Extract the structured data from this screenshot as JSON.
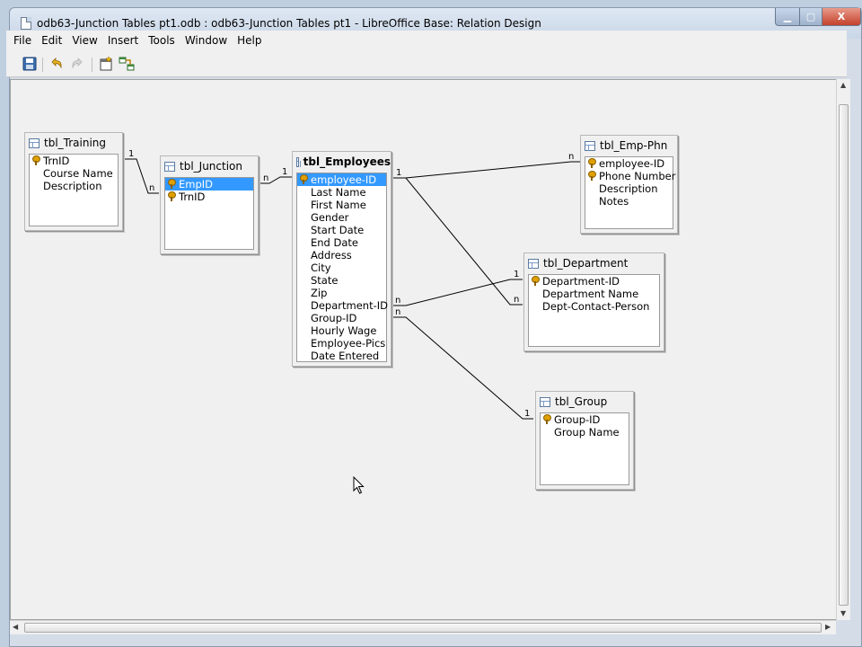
{
  "window": {
    "title": "odb63-Junction Tables pt1.odb : odb63-Junction Tables pt1 - LibreOffice Base: Relation Design",
    "buttons": {
      "minimize": "▁",
      "maximize": "▢",
      "close": "X"
    }
  },
  "menubar": {
    "items": [
      {
        "label": "File"
      },
      {
        "label": "Edit"
      },
      {
        "label": "View"
      },
      {
        "label": "Insert"
      },
      {
        "label": "Tools"
      },
      {
        "label": "Window"
      },
      {
        "label": "Help"
      }
    ]
  },
  "toolbar": {
    "icons": [
      "save-icon",
      "undo-icon",
      "redo-icon",
      "add-tables-icon",
      "new-relation-icon"
    ]
  },
  "tables": {
    "training": {
      "name": "tbl_Training",
      "fields": [
        {
          "label": "TrnID",
          "key": true
        },
        {
          "label": "Course Name"
        },
        {
          "label": "Description"
        }
      ]
    },
    "junction": {
      "name": "tbl_Junction",
      "fields": [
        {
          "label": "EmpID",
          "key": true,
          "selected": true
        },
        {
          "label": "TrnID",
          "key": true
        }
      ]
    },
    "employees": {
      "name": "tbl_Employees",
      "fields": [
        {
          "label": "employee-ID",
          "key": true,
          "selected": true
        },
        {
          "label": "Last Name"
        },
        {
          "label": "First Name"
        },
        {
          "label": "Gender"
        },
        {
          "label": "Start Date"
        },
        {
          "label": "End Date"
        },
        {
          "label": "Address"
        },
        {
          "label": "City"
        },
        {
          "label": "State"
        },
        {
          "label": "Zip"
        },
        {
          "label": "Department-ID"
        },
        {
          "label": "Group-ID"
        },
        {
          "label": "Hourly Wage"
        },
        {
          "label": "Employee-Pics"
        },
        {
          "label": "Date Entered"
        }
      ]
    },
    "empphn": {
      "name": "tbl_Emp-Phn",
      "fields": [
        {
          "label": "employee-ID",
          "key": true
        },
        {
          "label": "Phone Number",
          "key": true
        },
        {
          "label": "Description"
        },
        {
          "label": "Notes"
        }
      ]
    },
    "department": {
      "name": "tbl_Department",
      "fields": [
        {
          "label": "Department-ID",
          "key": true
        },
        {
          "label": "Department Name"
        },
        {
          "label": "Dept-Contact-Person"
        }
      ]
    },
    "group": {
      "name": "tbl_Group",
      "fields": [
        {
          "label": "Group-ID",
          "key": true
        },
        {
          "label": "Group Name"
        }
      ]
    }
  },
  "relations": {
    "one": "1",
    "many": "n"
  }
}
